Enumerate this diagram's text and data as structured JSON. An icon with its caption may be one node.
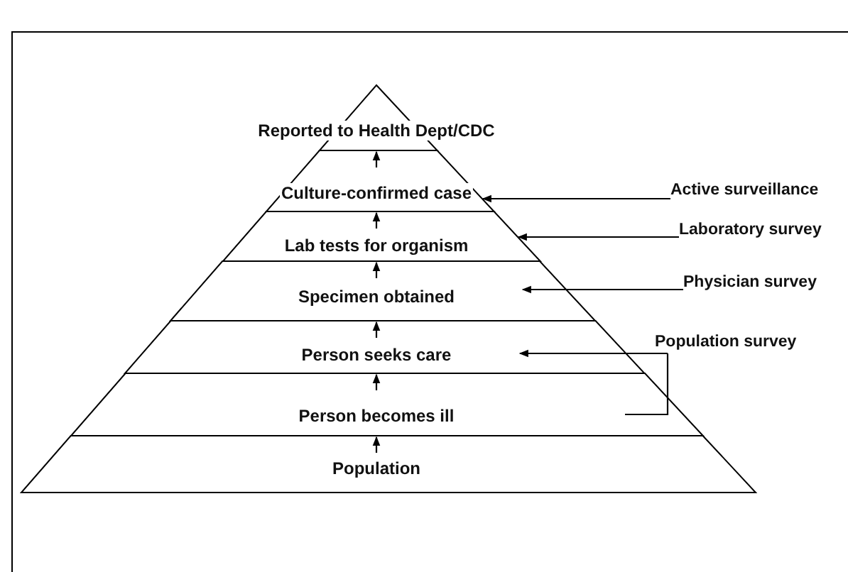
{
  "diagram": {
    "nodes": [
      {
        "text": [
          "Reported to Health Dept/CDC"
        ]
      },
      {
        "text": [
          "Culture-confirmed case"
        ]
      },
      {
        "text": [
          "Lab tests for organism"
        ]
      },
      {
        "text": [
          "Specimen obtained"
        ]
      },
      {
        "text": [
          "Person seeks care"
        ]
      },
      {
        "text": [
          "Person becomes ill"
        ]
      },
      {
        "text": [
          "Population"
        ]
      },
      {
        "text": [
          "Active surveillance"
        ]
      },
      {
        "text": [
          "Laboratory survey"
        ]
      },
      {
        "text": [
          "Physician survey"
        ]
      },
      {
        "text": [
          "Population survey"
        ]
      }
    ],
    "edges": [
      {
        "from": 6,
        "to": 5,
        "arrow": "to"
      },
      {
        "from": 5,
        "to": 4,
        "arrow": "to"
      },
      {
        "from": 4,
        "to": 3,
        "arrow": "to"
      },
      {
        "from": 3,
        "to": 2,
        "arrow": "to"
      },
      {
        "from": 2,
        "to": 1,
        "arrow": "to"
      },
      {
        "from": 1,
        "to": 0,
        "arrow": "to"
      },
      {
        "from": 7,
        "to": 1,
        "arrow": "to"
      },
      {
        "from": 8,
        "to": 2,
        "arrow": "to"
      },
      {
        "from": 9,
        "to": 3,
        "arrow": "to"
      },
      {
        "from": 10,
        "to": 4,
        "arrow": "to"
      },
      {
        "from": 10,
        "to": 5,
        "arrow": "none"
      }
    ]
  }
}
